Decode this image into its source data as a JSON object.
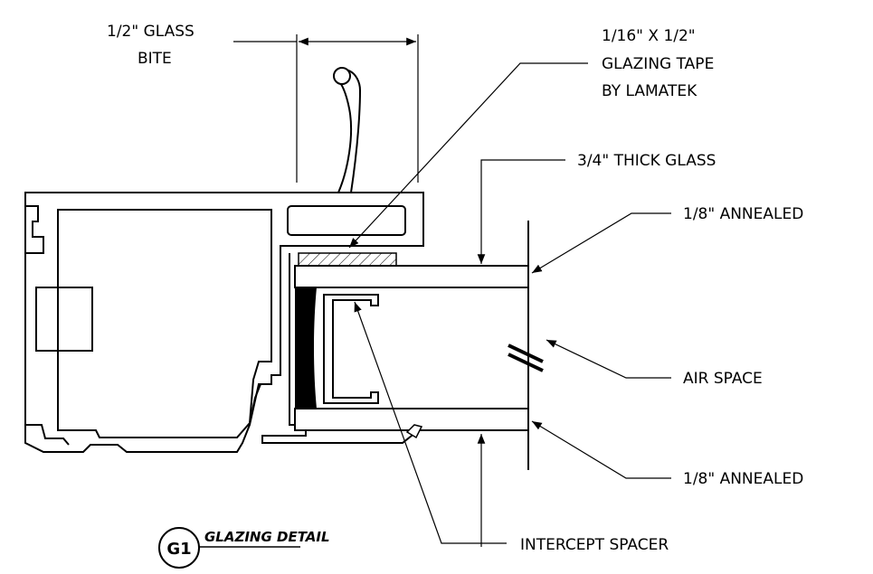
{
  "labels": {
    "glass_bite_1": "1/2\" GLASS",
    "glass_bite_2": "BITE",
    "tape_1": "1/16\" X 1/2\"",
    "tape_2": "GLAZING TAPE",
    "tape_3": "BY LAMATEK",
    "thick_glass": "3/4\" THICK GLASS",
    "annealed_top": "1/8\" ANNEALED",
    "air_space": "AIR SPACE",
    "annealed_bottom": "1/8\" ANNEALED",
    "spacer": "INTERCEPT SPACER"
  },
  "title_block": {
    "badge": "G1",
    "title": "GLAZING DETAIL"
  }
}
